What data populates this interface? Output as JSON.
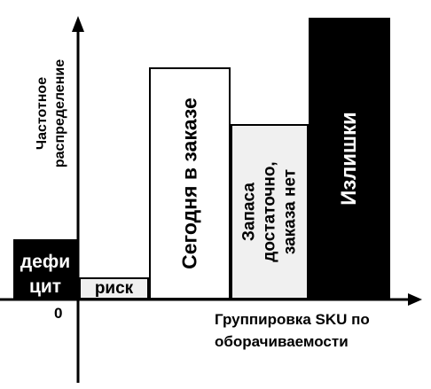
{
  "axes": {
    "y_label_line1": "Частотное",
    "y_label_line2": "распределение",
    "x_label_line1": "Группировка SKU по",
    "x_label_line2": "оборачиваемости",
    "origin": "0"
  },
  "bars": {
    "deficit": {
      "line1": "дефи",
      "line2": "цит",
      "fill": "#000000",
      "text_color": "#ffffff"
    },
    "risk": {
      "label": "риск",
      "fill": "#f0f0f0"
    },
    "order_today": {
      "label": "Сегодня в заказе",
      "fill": "#ffffff"
    },
    "enough": {
      "line1": "Запаса",
      "line2": "достаточно,",
      "line3": "заказа нет",
      "fill": "#f0f0f0"
    },
    "excess": {
      "label": "Излишки",
      "fill": "#000000",
      "text_color": "#ffffff"
    }
  }
}
